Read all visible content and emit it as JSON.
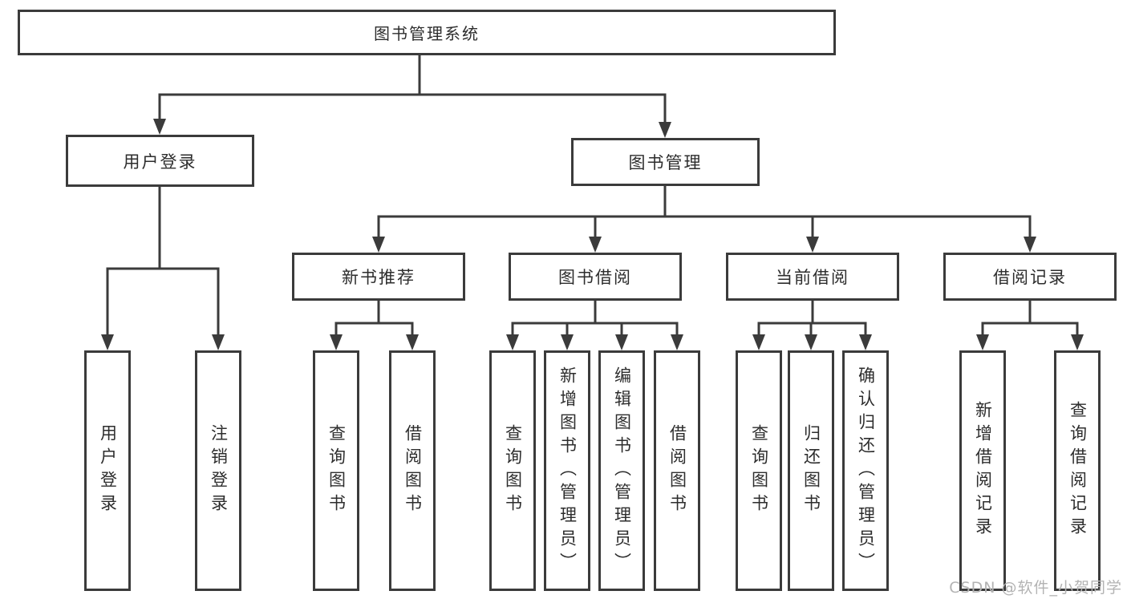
{
  "diagram": {
    "root": {
      "label": "图书管理系统"
    },
    "branches": {
      "user_login": {
        "label": "用户登录",
        "children": {
          "login": "用户登录",
          "logout": "注销登录"
        }
      },
      "book_management": {
        "label": "图书管理",
        "sections": {
          "new_book_recommend": {
            "label": "新书推荐",
            "children": {
              "query_book": "查询图书",
              "borrow_book": "借阅图书"
            }
          },
          "book_borrow": {
            "label": "图书借阅",
            "children": {
              "query_book": "查询图书",
              "add_book": "新增图书（管理员）",
              "edit_book": "编辑图书（管理员）",
              "borrow_book": "借阅图书"
            }
          },
          "current_borrow": {
            "label": "当前借阅",
            "children": {
              "query_book": "查询图书",
              "return_book": "归还图书",
              "confirm_return": "确认归还（管理员）"
            }
          },
          "borrow_record": {
            "label": "借阅记录",
            "children": {
              "add_record": "新增借阅记录",
              "query_record": "查询借阅记录"
            }
          }
        }
      }
    }
  },
  "watermark": "CSDN @软件_小贺同学",
  "colors": {
    "line": "#3b3b3b",
    "text": "#2d2d2d",
    "watermark": "#b3b3b3",
    "background": "#ffffff"
  }
}
